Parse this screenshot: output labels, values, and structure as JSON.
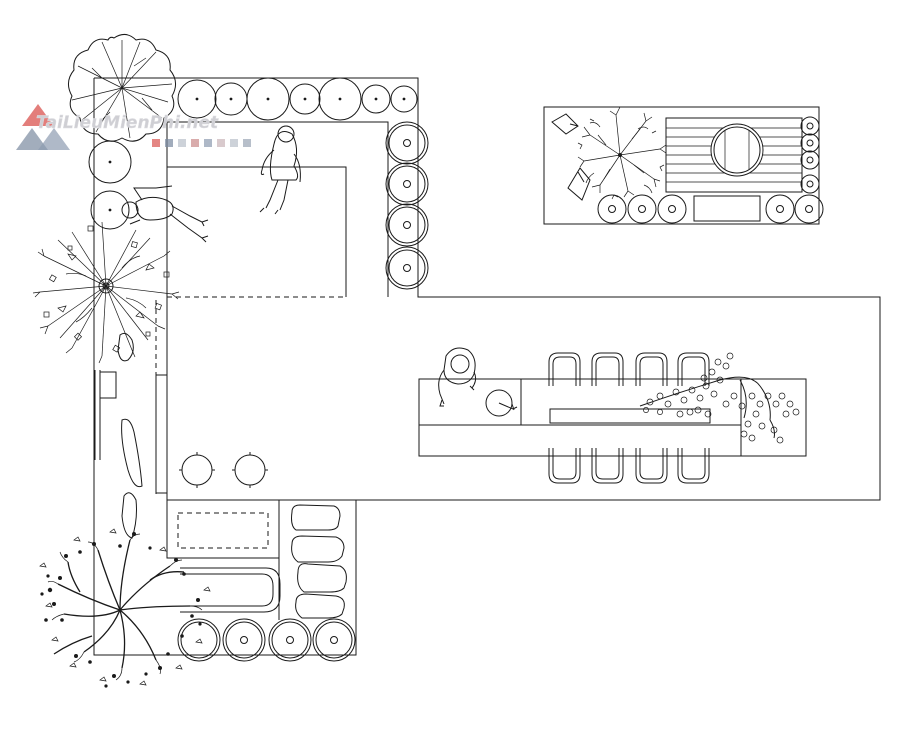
{
  "watermark": {
    "text": "TaiLieuMienPhi.net",
    "colors": [
      "#d9534f",
      "#7a8aa0",
      "#c9b4b8",
      "#b8bfc9"
    ]
  },
  "colors": {
    "line": "#1a1a1a",
    "background": "#ffffff"
  },
  "elements": {
    "trees": [
      "large-canopy-tree",
      "spiky-palm-tree",
      "branchy-tree",
      "small-tree-top-right"
    ],
    "people": [
      "person-standing",
      "person-lying",
      "person-at-table"
    ],
    "furniture": [
      "dining-table",
      "dining-chairs",
      "round-stools",
      "lounge-bench",
      "stepping-stones"
    ]
  }
}
